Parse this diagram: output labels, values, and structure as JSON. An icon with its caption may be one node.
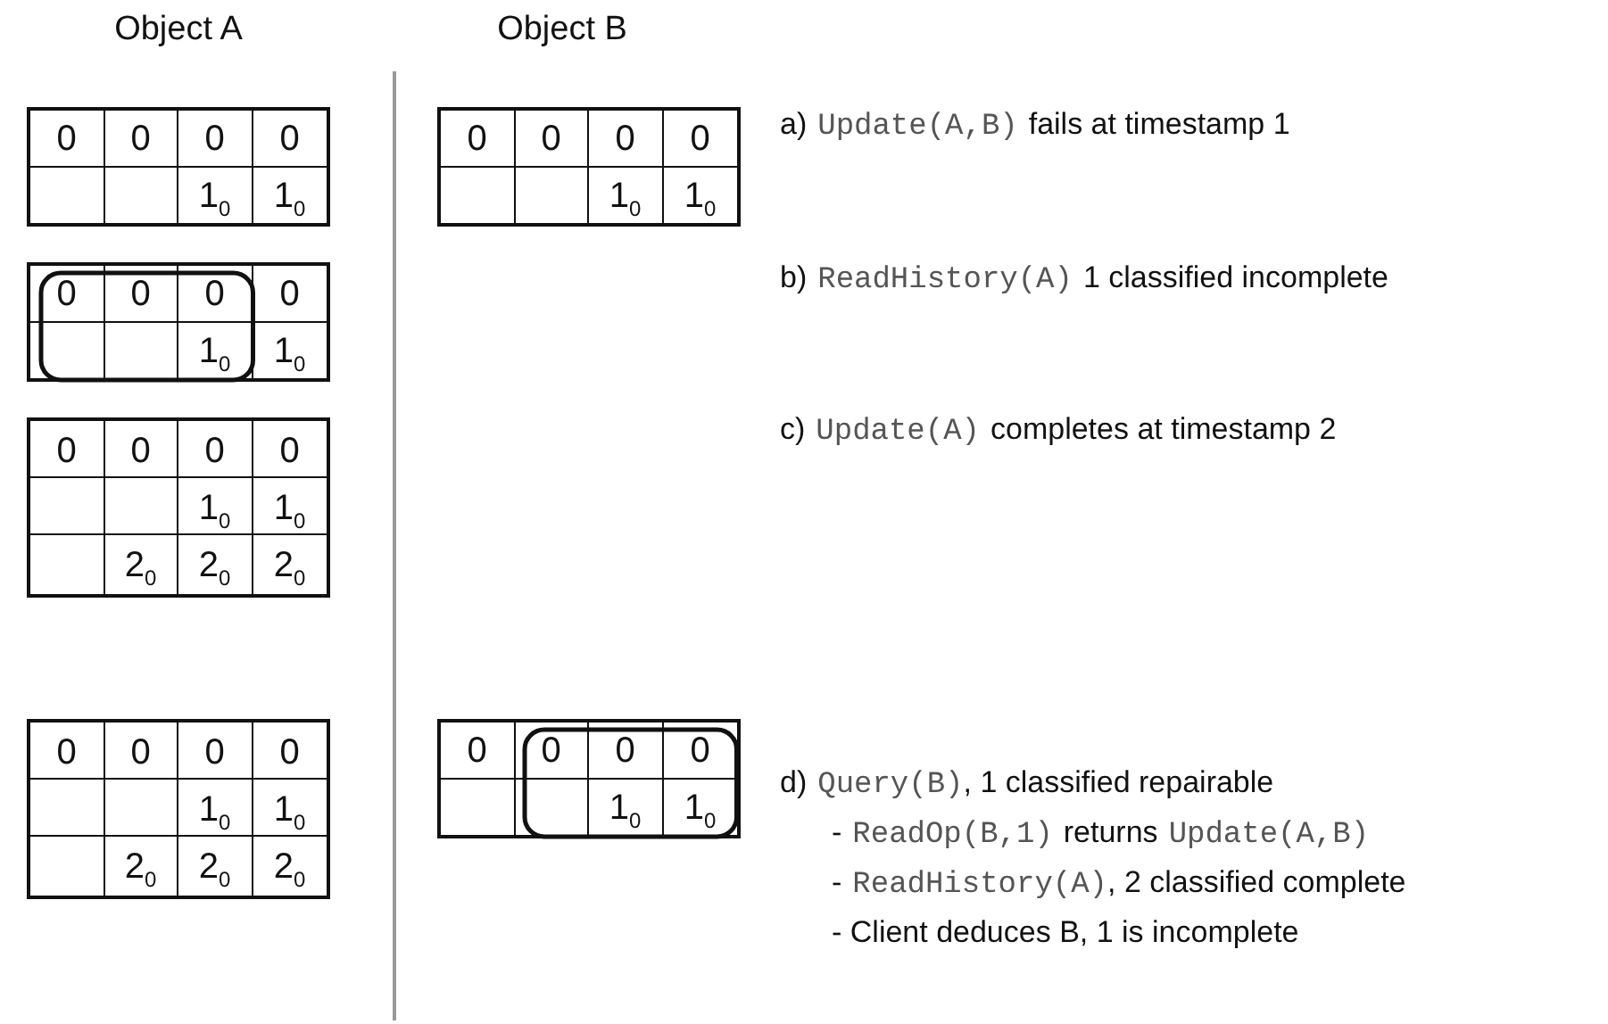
{
  "diagram": {
    "nodes": [
      {
        "text": [
          "0",
          "0",
          "0",
          "0",
          "1$_{0}$",
          "1$_{0}$"
        ]
      },
      {
        "text": [
          "0",
          "0",
          "0",
          "0",
          "1$_{0}$",
          "1$_{0}$"
        ]
      },
      {
        "text": [
          "0",
          "0",
          "0",
          "0",
          "1$_{0}$",
          "1$_{0}$"
        ]
      },
      {
        "text": [
          "0",
          "0",
          "0",
          "0",
          "1$_{0}$",
          "1$_{0}$",
          "2$_{0}$",
          "2$_{0}$",
          "2$_{0}$"
        ]
      },
      {
        "text": [
          "0",
          "0",
          "0",
          "0",
          "1$_{0}$",
          "1$_{0}$",
          "2$_{0}$",
          "2$_{0}$",
          "2$_{0}$"
        ]
      },
      {
        "text": [
          "0",
          "0",
          "0",
          "0",
          "1$_{0}$",
          "1$_{0}$"
        ]
      }
    ],
    "labels": [
      "Object A",
      "Object B",
      "a)",
      "Update(A,B)",
      "fails at timestamp 1",
      "b)",
      "ReadHistory(A)",
      "1 classified incomplete",
      "c)",
      "Update(A)",
      "completes at timestamp 2",
      "d)",
      "Query(B)",
      ", 1 classified repairable",
      "-",
      "ReadOp(B,1)",
      "returns",
      "Update(A,B)",
      "-",
      "ReadHistory(A)",
      ", 2 classified complete",
      "- Client deduces B, 1 is incomplete"
    ]
  }
}
